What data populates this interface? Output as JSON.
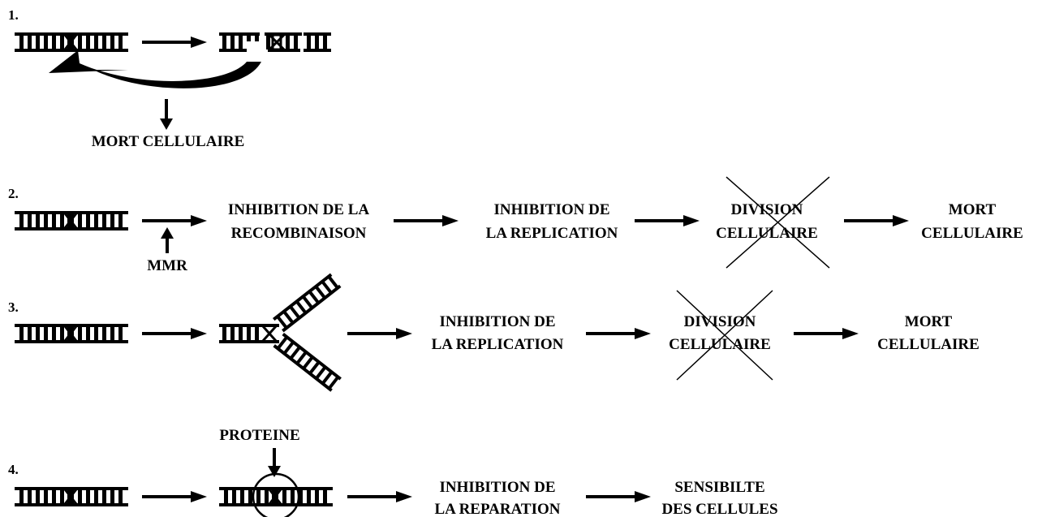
{
  "colors": {
    "ink": "#000000",
    "background": "#ffffff"
  },
  "icons": {
    "dna": "dna-duplex-icon",
    "lesion": "crosslink-lesion-icon",
    "arrow": "right-arrow-icon",
    "cross_out": "x-cross-icon",
    "circle": "protein-circle-icon"
  },
  "pathway1": {
    "number": "1.",
    "outcome": "MORT CELLULAIRE"
  },
  "pathway2": {
    "number": "2.",
    "mmr": "MMR",
    "step1": {
      "line1": "INHIBITION DE LA",
      "line2": "RECOMBINAISON"
    },
    "step2": {
      "line1": "INHIBITION DE",
      "line2": "LA REPLICATION"
    },
    "step3": {
      "line1": "DIVISION",
      "line2": "CELLULAIRE",
      "blocked": true
    },
    "step4": {
      "line1": "MORT",
      "line2": "CELLULAIRE"
    }
  },
  "pathway3": {
    "number": "3.",
    "step1": {
      "line1": "INHIBITION DE",
      "line2": "LA REPLICATION"
    },
    "step2": {
      "line1": "DIVISION",
      "line2": "CELLULAIRE",
      "blocked": true
    },
    "step3": {
      "line1": "MORT",
      "line2": "CELLULAIRE"
    }
  },
  "pathway4": {
    "number": "4.",
    "protein": "PROTEINE",
    "step1": {
      "line1": "INHIBITION DE",
      "line2": "LA REPARATION"
    },
    "step2": {
      "line1": "SENSIBILTE",
      "line2": "DES CELLULES"
    }
  }
}
